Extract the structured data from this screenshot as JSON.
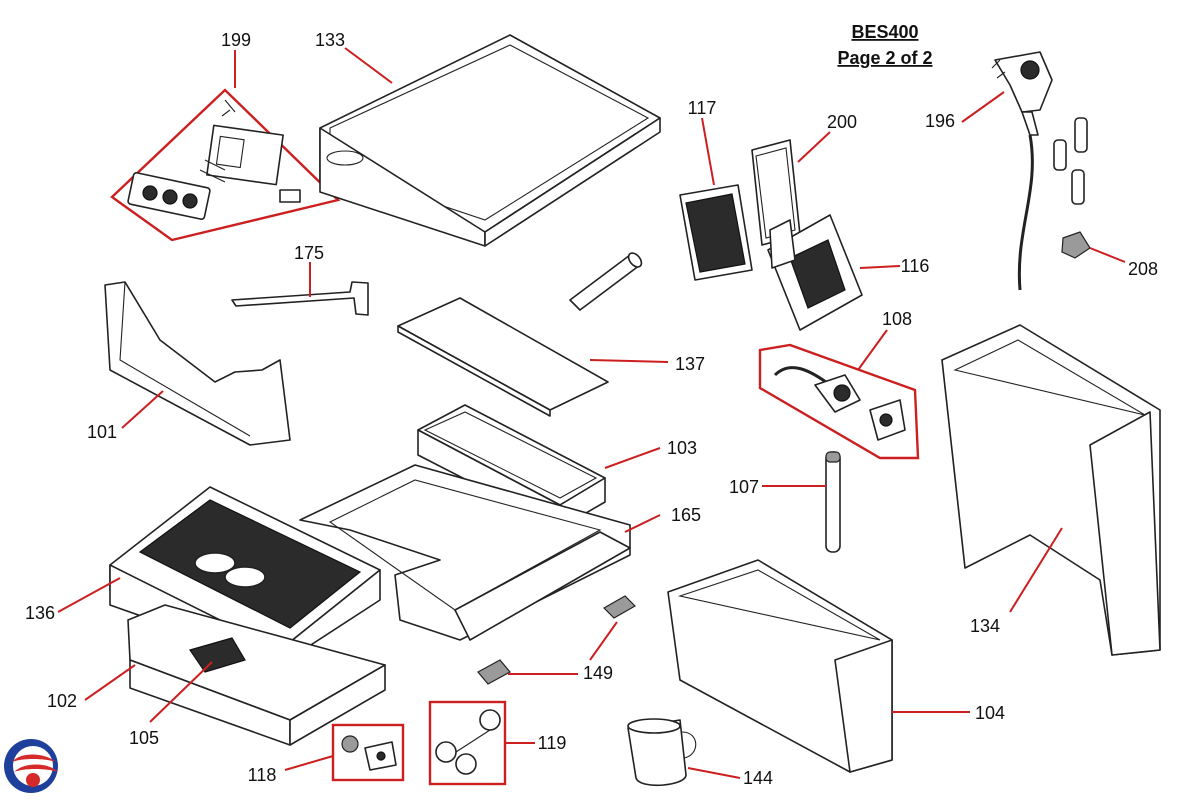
{
  "header": {
    "model": "BES400",
    "page": "Page 2 of 2"
  },
  "callouts": {
    "p199": "199",
    "p133": "133",
    "p117": "117",
    "p200": "200",
    "p196": "196",
    "p175": "175",
    "p116": "116",
    "p208": "208",
    "p108": "108",
    "p137": "137",
    "p101": "101",
    "p103": "103",
    "p107": "107",
    "p165": "165",
    "p136": "136",
    "p134": "134",
    "p149": "149",
    "p102": "102",
    "p104": "104",
    "p119": "119",
    "p105": "105",
    "p118": "118",
    "p144": "144"
  },
  "colors": {
    "leader": "#cc1f1f",
    "line_art": "#222222",
    "logo_blue": "#1f3f9c",
    "logo_red": "#d42a2a"
  }
}
